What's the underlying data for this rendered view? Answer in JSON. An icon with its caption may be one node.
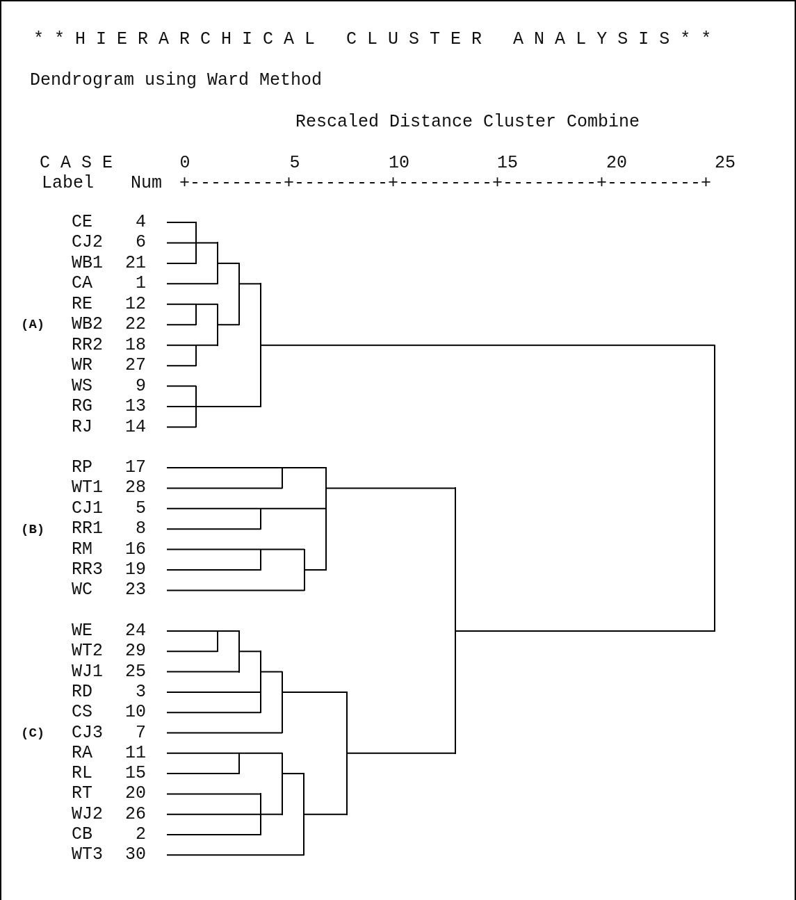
{
  "diagram": {
    "title": "* * H I E R A R C H I C A L   C L U S T E R   A N A L Y S I S * *",
    "nodes": [
      {
        "text": [
          "CE",
          "4"
        ]
      },
      {
        "text": [
          "CJ2",
          "6"
        ]
      },
      {
        "text": [
          "WB1",
          "21"
        ]
      },
      {
        "text": [
          "CA",
          "1"
        ]
      },
      {
        "text": [
          "RE",
          "12"
        ]
      },
      {
        "text": [
          "WB2",
          "22"
        ]
      },
      {
        "text": [
          "RR2",
          "18"
        ]
      },
      {
        "text": [
          "WR",
          "27"
        ]
      },
      {
        "text": [
          "WS",
          "9"
        ]
      },
      {
        "text": [
          "RG",
          "13"
        ]
      },
      {
        "text": [
          "RJ",
          "14"
        ]
      },
      {
        "text": [
          "RP",
          "17"
        ]
      },
      {
        "text": [
          "WT1",
          "28"
        ]
      },
      {
        "text": [
          "CJ1",
          "5"
        ]
      },
      {
        "text": [
          "RR1",
          "8"
        ]
      },
      {
        "text": [
          "RM",
          "16"
        ]
      },
      {
        "text": [
          "RR3",
          "19"
        ]
      },
      {
        "text": [
          "WC",
          "23"
        ]
      },
      {
        "text": [
          "WE",
          "24"
        ]
      },
      {
        "text": [
          "WT2",
          "29"
        ]
      },
      {
        "text": [
          "WJ1",
          "25"
        ]
      },
      {
        "text": [
          "RD",
          "3"
        ]
      },
      {
        "text": [
          "CS",
          "10"
        ]
      },
      {
        "text": [
          "CJ3",
          "7"
        ]
      },
      {
        "text": [
          "RA",
          "11"
        ]
      },
      {
        "text": [
          "RL",
          "15"
        ]
      },
      {
        "text": [
          "RT",
          "20"
        ]
      },
      {
        "text": [
          "WJ2",
          "26"
        ]
      },
      {
        "text": [
          "CB",
          "2"
        ]
      },
      {
        "text": [
          "WT3",
          "30"
        ]
      },
      {
        "text": [],
        "shape": "bar"
      },
      {
        "text": [],
        "shape": "bar"
      },
      {
        "text": [],
        "shape": "bar"
      },
      {
        "text": [],
        "shape": "bar"
      },
      {
        "text": [],
        "shape": "bar"
      },
      {
        "text": [],
        "shape": "bar"
      },
      {
        "text": [],
        "shape": "bar"
      },
      {
        "text": [],
        "shape": "bar"
      },
      {
        "text": [],
        "shape": "bar"
      },
      {
        "text": [],
        "shape": "bar"
      },
      {
        "text": [],
        "shape": "bar"
      },
      {
        "text": [],
        "shape": "bar"
      },
      {
        "text": [],
        "shape": "bar"
      },
      {
        "text": [],
        "shape": "bar"
      },
      {
        "text": [],
        "shape": "bar"
      },
      {
        "text": [],
        "shape": "bar"
      },
      {
        "text": [],
        "shape": "bar"
      },
      {
        "text": [],
        "shape": "bar"
      },
      {
        "text": [],
        "shape": "bar"
      },
      {
        "text": [],
        "shape": "bar"
      },
      {
        "text": [],
        "shape": "bar"
      },
      {
        "text": [],
        "shape": "bar"
      },
      {
        "text": [],
        "shape": "bar"
      },
      {
        "text": [],
        "shape": "bar"
      }
    ],
    "edges": [
      {
        "from": 0,
        "to": 30,
        "arrow": "none"
      },
      {
        "from": 1,
        "to": 30,
        "arrow": "none"
      },
      {
        "from": 2,
        "to": 30,
        "arrow": "none"
      },
      {
        "from": 30,
        "to": 31,
        "arrow": "none"
      },
      {
        "from": 3,
        "to": 31,
        "arrow": "none"
      },
      {
        "from": 4,
        "to": 32,
        "arrow": "none"
      },
      {
        "from": 5,
        "to": 32,
        "arrow": "none"
      },
      {
        "from": 6,
        "to": 33,
        "arrow": "none"
      },
      {
        "from": 7,
        "to": 33,
        "arrow": "none"
      },
      {
        "from": 32,
        "to": 34,
        "arrow": "none"
      },
      {
        "from": 33,
        "to": 34,
        "arrow": "none"
      },
      {
        "from": 31,
        "to": 35,
        "arrow": "none"
      },
      {
        "from": 34,
        "to": 35,
        "arrow": "none"
      },
      {
        "from": 8,
        "to": 36,
        "arrow": "none"
      },
      {
        "from": 9,
        "to": 36,
        "arrow": "none"
      },
      {
        "from": 10,
        "to": 36,
        "arrow": "none"
      },
      {
        "from": 35,
        "to": 37,
        "arrow": "none"
      },
      {
        "from": 36,
        "to": 37,
        "arrow": "none"
      },
      {
        "from": 11,
        "to": 38,
        "arrow": "none"
      },
      {
        "from": 12,
        "to": 38,
        "arrow": "none"
      },
      {
        "from": 13,
        "to": 39,
        "arrow": "none"
      },
      {
        "from": 14,
        "to": 39,
        "arrow": "none"
      },
      {
        "from": 15,
        "to": 40,
        "arrow": "none"
      },
      {
        "from": 16,
        "to": 40,
        "arrow": "none"
      },
      {
        "from": 40,
        "to": 41,
        "arrow": "none"
      },
      {
        "from": 17,
        "to": 41,
        "arrow": "none"
      },
      {
        "from": 38,
        "to": 42,
        "arrow": "none"
      },
      {
        "from": 39,
        "to": 42,
        "arrow": "none"
      },
      {
        "from": 41,
        "to": 42,
        "arrow": "none"
      },
      {
        "from": 18,
        "to": 43,
        "arrow": "none"
      },
      {
        "from": 19,
        "to": 43,
        "arrow": "none"
      },
      {
        "from": 43,
        "to": 44,
        "arrow": "none"
      },
      {
        "from": 20,
        "to": 44,
        "arrow": "none"
      },
      {
        "from": 44,
        "to": 45,
        "arrow": "none"
      },
      {
        "from": 21,
        "to": 45,
        "arrow": "none"
      },
      {
        "from": 22,
        "to": 45,
        "arrow": "none"
      },
      {
        "from": 45,
        "to": 46,
        "arrow": "none"
      },
      {
        "from": 23,
        "to": 46,
        "arrow": "none"
      },
      {
        "from": 24,
        "to": 47,
        "arrow": "none"
      },
      {
        "from": 25,
        "to": 47,
        "arrow": "none"
      },
      {
        "from": 26,
        "to": 48,
        "arrow": "none"
      },
      {
        "from": 27,
        "to": 48,
        "arrow": "none"
      },
      {
        "from": 28,
        "to": 48,
        "arrow": "none"
      },
      {
        "from": 47,
        "to": 49,
        "arrow": "none"
      },
      {
        "from": 48,
        "to": 49,
        "arrow": "none"
      },
      {
        "from": 49,
        "to": 50,
        "arrow": "none"
      },
      {
        "from": 29,
        "to": 50,
        "arrow": "none"
      },
      {
        "from": 46,
        "to": 51,
        "arrow": "none"
      },
      {
        "from": 50,
        "to": 51,
        "arrow": "none"
      },
      {
        "from": 42,
        "to": 52,
        "arrow": "none"
      },
      {
        "from": 51,
        "to": 52,
        "arrow": "none"
      },
      {
        "from": 37,
        "to": 53,
        "arrow": "none"
      },
      {
        "from": 52,
        "to": 53,
        "arrow": "none"
      }
    ],
    "labels": [
      "Dendrogram using Ward Method",
      "Rescaled Distance Cluster Combine",
      "C A S E",
      "0",
      "5",
      "10",
      "15",
      "20",
      "25",
      "Label",
      "Num",
      "+---------+---------+---------+---------+---------+",
      "(A)",
      "(B)",
      "(C)"
    ]
  }
}
